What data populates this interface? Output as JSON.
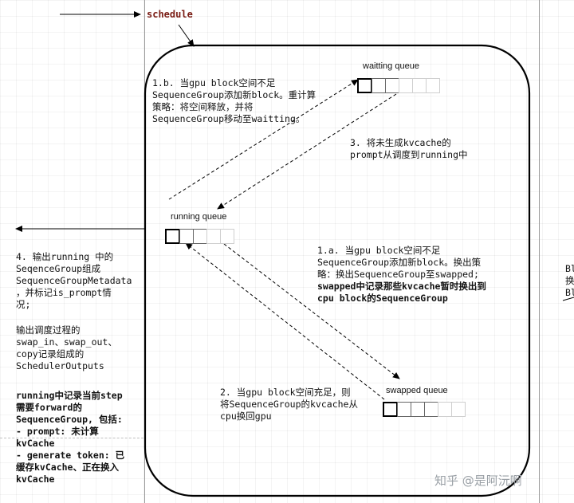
{
  "title": "schedule",
  "queues": {
    "waiting": "waitting queue",
    "running": "running queue",
    "swapped": "swapped queue"
  },
  "notes": {
    "n1b": [
      "1.b. 当gpu block空间不足",
      "SequenceGroup添加新block。重计算",
      "策略：将空间释放，并将",
      "SequenceGroup移动至waitting。"
    ],
    "n3": [
      "3. 将未生成kvcache的",
      "prompt从调度到running中"
    ],
    "n1a": [
      "1.a. 当gpu block空间不足",
      "SequenceGroup添加新block。换出策",
      "略：换出SequenceGroup至swapped;"
    ],
    "n1a_bold": [
      "swapped中记录那些kvcache暂时换出到",
      "cpu block的SequenceGroup"
    ],
    "n2": [
      "2. 当gpu block空间充足，则",
      "将SequenceGroup的kvcache从",
      "cpu换回gpu"
    ],
    "n4": [
      "4. 输出running 中的",
      "SeqenceGroup组成",
      "SequenceGroupMetadata",
      "，并标记is_prompt情",
      "况;"
    ],
    "n4b": [
      "输出调度过程的",
      "swap_in、swap_out、",
      "copy记录组成的",
      "SchedulerOutputs"
    ],
    "n5": [
      "running中记录当前step",
      "需要forward的",
      "SequenceGroup, 包括:",
      "- prompt: 未计算",
      "kvCache",
      "- generate token: 已",
      "缓存kvCache、正在换入",
      "kvCache"
    ],
    "right_edge": [
      "Bl",
      "换",
      "Bl"
    ]
  },
  "watermark": "知乎 @是阿沅啊",
  "colors": {
    "title": "#7a1c14",
    "line": "#000000",
    "watermark": "#9aa0a6"
  }
}
